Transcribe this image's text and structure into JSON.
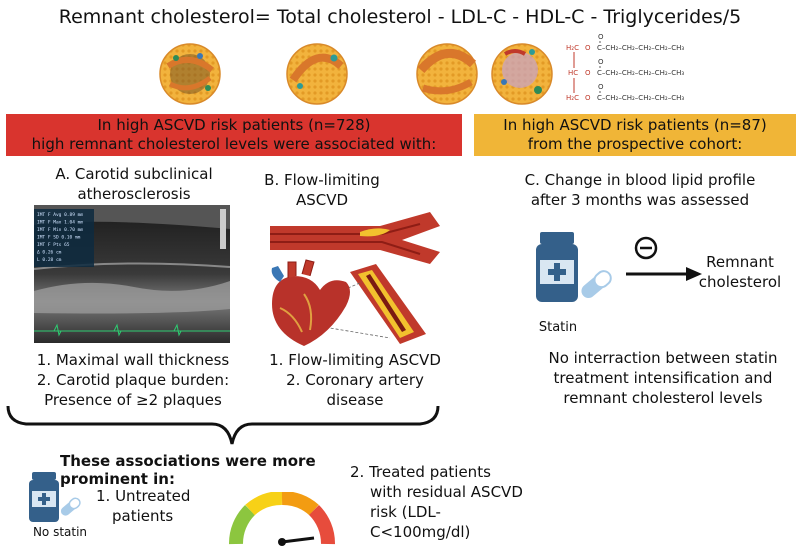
{
  "header": {
    "formula": "Remnant cholesterol= Total cholesterol  -  LDL-C  -  HDL-C  -  Triglycerides/5"
  },
  "left_banner": {
    "line1": "In high ASCVD risk patients (n=728)",
    "line2": "high remnant cholesterol levels were associated with:"
  },
  "right_banner": {
    "line1": "In  high ASCVD risk patients (n=87)",
    "line2": "from the prospective cohort:"
  },
  "section_a": {
    "title_line1": "A. Carotid subclinical",
    "title_line2": "atherosclerosis",
    "item1": "1.  Maximal wall thickness",
    "item2": "2. Carotid plaque burden:",
    "item3": "Presence of ≥2 plaques",
    "ultrasound_readout": [
      "IMT F Avg  0.89 mm",
      "IMT F Max  1.04 mm",
      "IMT F Min  0.70 mm",
      "IMT F SD   0.10 mm",
      "IMT F Pts     65",
      "Δ       0.26 cm",
      "L       0.28 cm"
    ]
  },
  "section_b": {
    "title_line1": "B. Flow-limiting",
    "title_line2": "ASCVD",
    "item1": "1. Flow-limiting ASCVD",
    "item2": "2. Coronary artery",
    "item3": "disease"
  },
  "section_c": {
    "title_line1": "C. Change in blood lipid profile",
    "title_line2": "after 3 months was assessed",
    "statin_label": "Statin",
    "target_line1": "Remnant",
    "target_line2": "cholesterol",
    "note_line1": "No interraction between  statin",
    "note_line2": "treatment intensification and",
    "note_line3": "remnant cholesterol levels"
  },
  "bottom": {
    "heading": "These associations were more prominent in:",
    "item1_line1": "1. Untreated",
    "item1_line2": "patients",
    "no_statin_label": "No statin",
    "item2_line1": "2. Treated patients",
    "item2_line2": "with residual ASCVD",
    "item2_line3": "risk (LDL-C<100mg/dl)"
  },
  "chem_labels": {
    "h2c": "H₂C",
    "hc": "HC",
    "o": "O",
    "chain": "C–CH₂–CH₂–CH₂–CH₂–CH₃"
  },
  "colors": {
    "left_banner": "#d9342e",
    "right_banner": "#f0b537",
    "particle": "#f2b33d",
    "particle_band": "#d9772b",
    "artery": "#c0392b",
    "plaque": "#f2c12e",
    "bottle": "#34608a",
    "pill_blue": "#a8cbe8"
  }
}
